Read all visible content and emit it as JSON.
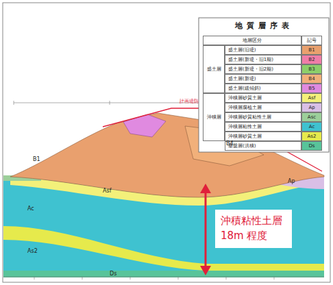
{
  "diagram": {
    "title": "地質層序表",
    "nodes": [
      {
        "text": [
          "沖積粘性土層 18m 程度"
        ]
      }
    ],
    "labels": [
      "地層区分",
      "記号",
      "盛土層",
      "沖積層",
      "B1",
      "B2",
      "B3",
      "B4",
      "B5",
      "Asf",
      "Ap",
      "Asc",
      "Ac",
      "As2",
      "Ds",
      "B1",
      "Asf",
      "Ap",
      "B4",
      "Ac",
      "As2",
      "Ds",
      "計画堤防"
    ],
    "legend": [
      {
        "text": "盛土層(旧堤)",
        "color": "#e9a06e"
      },
      {
        "text": "盛土層(新堤・旧1期)",
        "color": "#f07da8"
      },
      {
        "text": "盛土層(新堤・旧2期)",
        "color": "#8ccf6a"
      },
      {
        "text": "盛土層(新堤)",
        "color": "#f1b07a"
      },
      {
        "text": "盛土層(緩傾斜)",
        "color": "#e08ae0"
      },
      {
        "text": "沖積層砂質土層",
        "color": "#f3f07a"
      },
      {
        "text": "沖積層腐植土層",
        "color": "#d9bfe6"
      },
      {
        "text": "沖積層砂質粘性土層",
        "color": "#9ccf9a"
      },
      {
        "text": "沖積層粘性土層",
        "color": "#3fc2d0"
      },
      {
        "text": "沖積層砂質土層",
        "color": "#e6ea4c"
      },
      {
        "text": "基盤層(洪積)",
        "color": "#58c49a"
      }
    ]
  }
}
